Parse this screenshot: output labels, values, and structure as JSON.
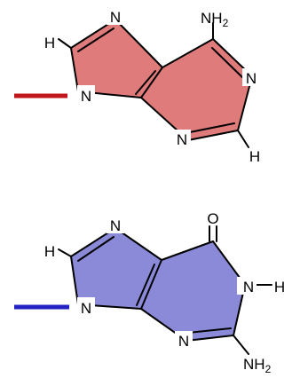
{
  "colors": {
    "purine_top_fill": "#e07b7b",
    "purine_bottom_fill": "#8a8ad8",
    "link_top": "#c0161c",
    "link_bottom": "#2323c4",
    "bond": "#000000"
  },
  "molecules": {
    "top": {
      "atoms": {
        "n_top": "N",
        "h_left": "H",
        "n_link": "N",
        "nh2_n": "NH",
        "nh2_sub": "2",
        "n_right": "N",
        "n_bottom": "N",
        "h_bottom": "H"
      }
    },
    "bottom": {
      "atoms": {
        "n_top": "N",
        "h_left": "H",
        "o": "O",
        "n_link": "N",
        "n_right": "N",
        "h_right": "H",
        "n_bottom": "N",
        "nh2_n": "NH",
        "nh2_sub": "2"
      }
    }
  }
}
